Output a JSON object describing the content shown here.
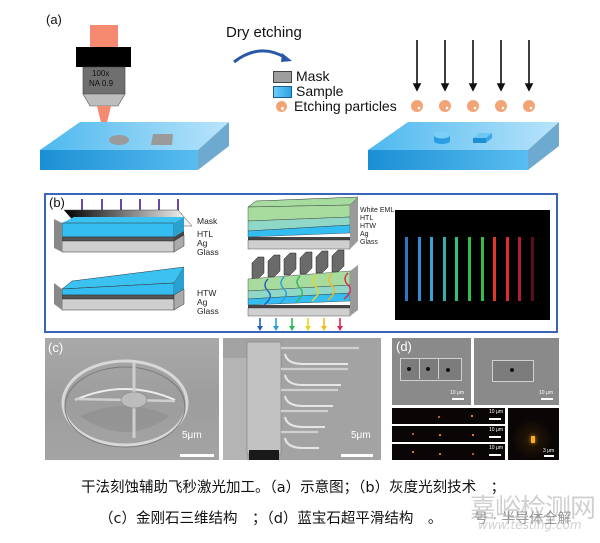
{
  "panel_a": {
    "label": "(a)",
    "objective": {
      "magnification": "100x",
      "aperture": "NA 0.9"
    },
    "process_label": "Dry etching",
    "legend": [
      {
        "label": "Mask",
        "icon": "mask-swatch",
        "color": "#9e9e9e"
      },
      {
        "label": "Sample",
        "icon": "sample-swatch",
        "color": "#3fb2ec"
      },
      {
        "label": "Etching particles",
        "icon": "particle-dot",
        "color": "#f2a477"
      }
    ],
    "colors": {
      "laser": "#f58a70",
      "substrate": "#44b4ec",
      "mask": "#9e9e9e",
      "particle": "#f2a477"
    },
    "arrow_count": 5
  },
  "panel_b": {
    "label": "(b)",
    "top_left_layers": [
      "Mask",
      "HTL",
      "Ag",
      "Glass"
    ],
    "bottom_left_layers": [
      "HTW",
      "Ag",
      "Glass"
    ],
    "top_right_layers": [
      "White EML",
      "HTL",
      "HTW",
      "Ag",
      "Glass"
    ],
    "uv_arrow_count": 6,
    "emission_colors": [
      "#1f5fbf",
      "#2a9de0",
      "#2cba5a",
      "#e8d624",
      "#f6b81c",
      "#e0245a"
    ],
    "stripe_colors": [
      "#2b74c8",
      "#2f8fd6",
      "#38a2d9",
      "#2fb0b0",
      "#2fbf80",
      "#2fc04a",
      "#33c040",
      "#e2382a",
      "#e42a2a",
      "#b51c3a",
      "#5a0f1e"
    ],
    "border_color": "#3a66b8"
  },
  "panel_c": {
    "label": "(c)",
    "scale_bars": [
      "5μm",
      "5μm"
    ]
  },
  "panel_d": {
    "label": "(d)",
    "scale_bars": [
      "10 μm",
      "10 μm",
      "10 μm",
      "10 μm",
      "10 μm",
      "3 μm"
    ]
  },
  "caption": {
    "line1": "干法刻蚀辅助飞秒激光加工。（a）示意图；（b）灰度光刻技术　；",
    "line2": "（c）金刚石三维结构　；（d）蓝宝石超平滑结构　。",
    "watermark_main": "嘉峪检测网",
    "watermark_sub": "号 · 半导体全解",
    "watermark_url": "www.testing.com"
  }
}
